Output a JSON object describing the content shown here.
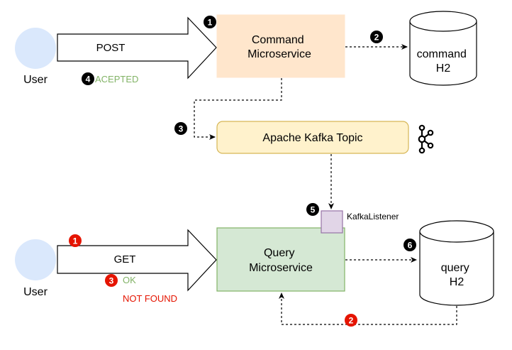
{
  "colors": {
    "user_fill": "#dae8fc",
    "command_fill": "#ffe6cc",
    "kafka_fill": "#fff2cc",
    "kafka_stroke": "#d6b656",
    "query_fill": "#d5e8d4",
    "query_stroke": "#82b366",
    "listener_fill": "#e1d5e7",
    "listener_stroke": "#9673a6",
    "badge_black": "#000000",
    "badge_red": "#e51400",
    "text_green": "#82b366",
    "text_red": "#e51400"
  },
  "users": {
    "top_label": "User",
    "bottom_label": "User"
  },
  "arrows": {
    "post_label": "POST",
    "get_label": "GET"
  },
  "nodes": {
    "command_service": "Command Microservice",
    "command_db": "command H2",
    "kafka_topic": "Apache Kafka Topic",
    "kafka_listener": "KafkaListener",
    "query_service": "Query Microservice",
    "query_db": "query H2"
  },
  "responses": {
    "accepted": "ACEPTED",
    "ok": "OK",
    "not_found": "NOT FOUND"
  },
  "badges": {
    "cmd_1": "1",
    "cmd_2": "2",
    "cmd_3": "3",
    "cmd_4": "4",
    "cmd_5": "5",
    "cmd_6": "6",
    "qry_1": "1",
    "qry_2": "2",
    "qry_3": "3"
  },
  "icons": {
    "kafka_logo": "kafka-logo-icon"
  }
}
